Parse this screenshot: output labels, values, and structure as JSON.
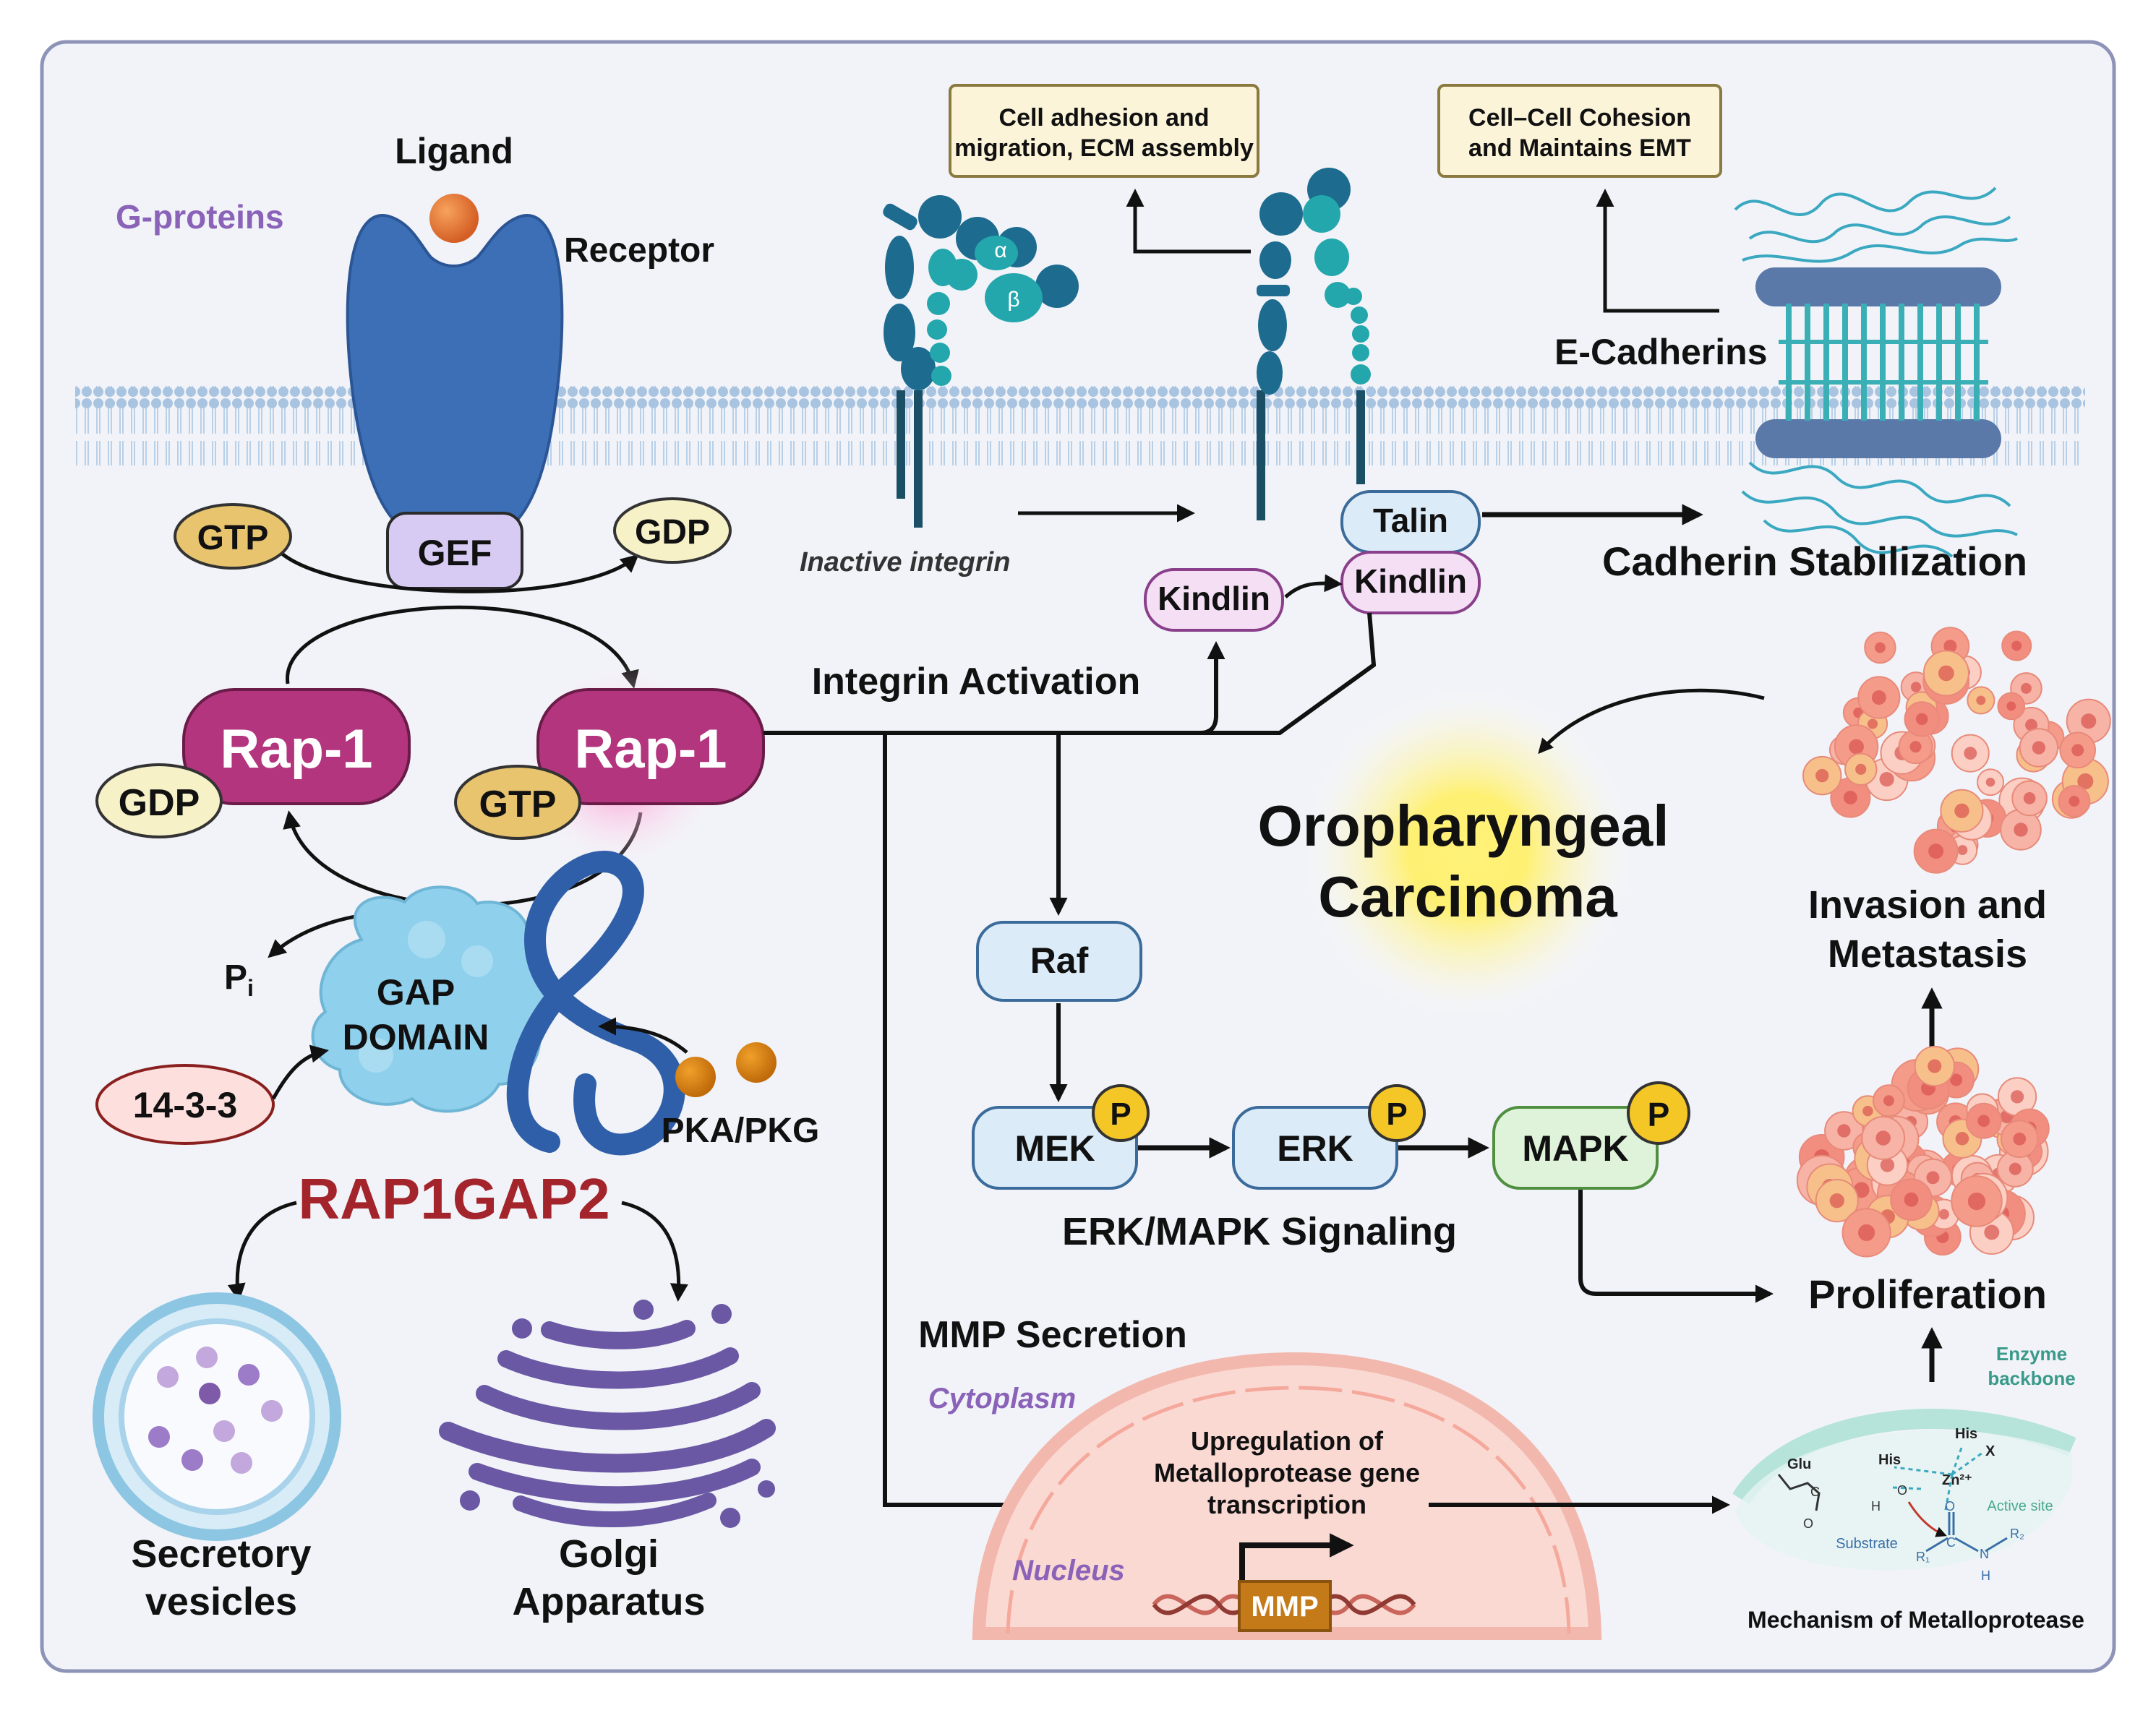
{
  "title_label": "G-proteins",
  "receptor": {
    "ligand": "Ligand",
    "receptor": "Receptor",
    "gef": "GEF"
  },
  "gtp_gdp": {
    "gtp_top": "GTP",
    "gdp_top": "GDP",
    "gdp_left": "GDP",
    "gtp_right": "GTP"
  },
  "rap1": {
    "left": "Rap-1",
    "right": "Rap-1"
  },
  "gap": {
    "domain_line1": "GAP",
    "domain_line2": "DOMAIN",
    "pi_main": "P",
    "pi_sub": "i",
    "protein_1433": "14-3-3",
    "pka_pkg": "PKA/PKG",
    "name": "RAP1GAP2"
  },
  "organelles": {
    "secretory_line1": "Secretory",
    "secretory_line2": "vesicles",
    "golgi_line1": "Golgi",
    "golgi_line2": "Apparatus"
  },
  "integrin": {
    "inactive": "Inactive integrin",
    "alpha": "α",
    "beta": "β",
    "box_line1": "Cell adhesion and",
    "box_line2": "migration, ECM assembly",
    "talin": "Talin",
    "kindlin_bound": "Kindlin",
    "kindlin_free": "Kindlin",
    "activation": "Integrin Activation"
  },
  "cadherin": {
    "box_line1": "Cell–Cell Cohesion",
    "box_line2": "and Maintains EMT",
    "name": "E-Cadherins",
    "stabilization": "Cadherin Stabilization"
  },
  "carcinoma": {
    "line1": "Oropharyngeal",
    "line2": "Carcinoma"
  },
  "outcomes": {
    "invasion_line1": "Invasion and",
    "invasion_line2": "Metastasis",
    "proliferation": "Proliferation"
  },
  "mapk": {
    "raf": "Raf",
    "mek": "MEK",
    "erk": "ERK",
    "mapk": "MAPK",
    "phospho": "P",
    "signaling": "ERK/MAPK Signaling"
  },
  "mmp": {
    "secretion": "MMP Secretion",
    "cytoplasm": "Cytoplasm",
    "nucleus": "Nucleus",
    "upreg_line1": "Upregulation of",
    "upreg_line2": "Metalloprotease gene",
    "upreg_line3": "transcription",
    "gene": "MMP"
  },
  "mechanism": {
    "enzyme_line1": "Enzyme",
    "enzyme_line2": "backbone",
    "glu": "Glu",
    "his1": "His",
    "his2": "His",
    "zn": "Zn²⁺",
    "x": "X",
    "active_site": "Active site",
    "substrate": "Substrate",
    "r1": "R₁",
    "r2": "R₂",
    "c": "C",
    "o": "O",
    "n": "N",
    "h": "H",
    "caption": "Mechanism of Metalloprotease"
  },
  "colors": {
    "frame": "#8d94b8",
    "frame_fill": "#f1f3f8",
    "membrane": "#a9c4e0",
    "receptor": "#3d6fb6",
    "gef": "#d7cbf4",
    "rap": "#b2357e",
    "gtp": "#e8c46e",
    "gdp": "#f7f1c8",
    "gap": "#8fd0ec",
    "loop": "#2f5fa8",
    "rapgap_text": "#a3242b",
    "purple_text": "#8a63b8",
    "kinase_fill": "#dcebf8",
    "kinase_stroke": "#3b6b9a",
    "mapk_fill": "#dff3da",
    "mapk_stroke": "#4f8f3f",
    "phospho": "#f4c726",
    "integrin_dark": "#1d6b8e",
    "integrin_teal": "#23a7ad",
    "nucleus": "#fbd9d3",
    "golgi": "#6a58a4"
  }
}
